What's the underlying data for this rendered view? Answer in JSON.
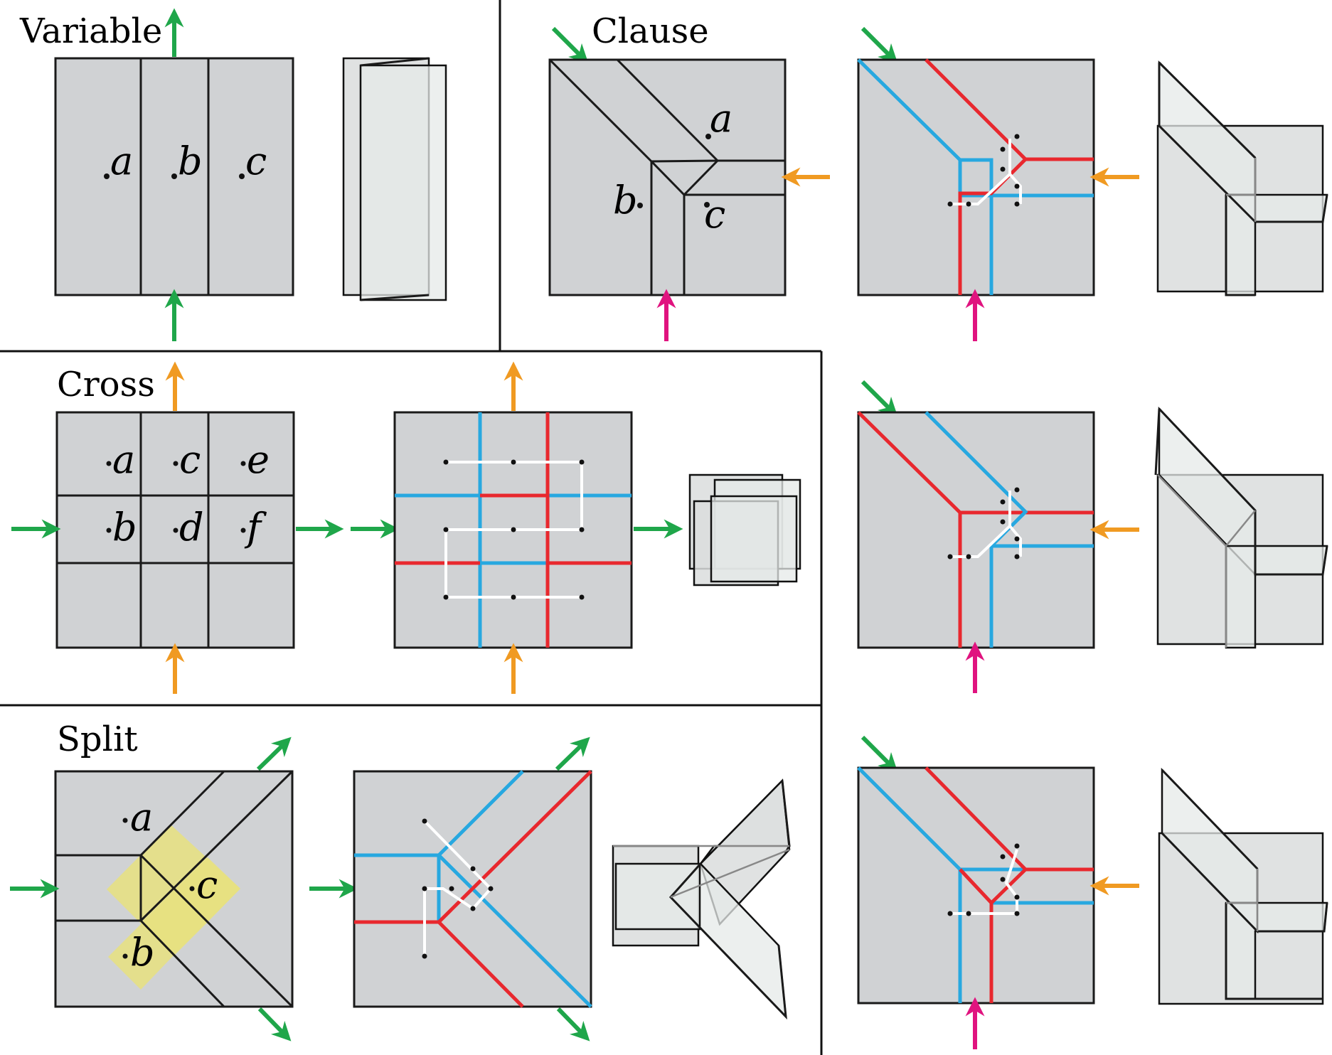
{
  "sections": {
    "variable": {
      "title": "Variable",
      "labels": [
        "a",
        "b",
        "c"
      ]
    },
    "clause": {
      "title": "Clause",
      "labels": [
        "a",
        "b",
        "c"
      ]
    },
    "cross": {
      "title": "Cross",
      "labels": [
        "a",
        "c",
        "e",
        "b",
        "d",
        "f"
      ]
    },
    "split": {
      "title": "Split",
      "labels": [
        "a",
        "c",
        "b"
      ]
    }
  },
  "colors": {
    "paper": "#d0d2d4",
    "fold_red": "#e8282e",
    "fold_blue": "#27a8e0",
    "arrow_green": "#1fa64a",
    "arrow_orange": "#f09a22",
    "arrow_magenta": "#e0137f",
    "highlight_yellow": "#e8e27f"
  },
  "icons": [
    "arrow-icon"
  ]
}
